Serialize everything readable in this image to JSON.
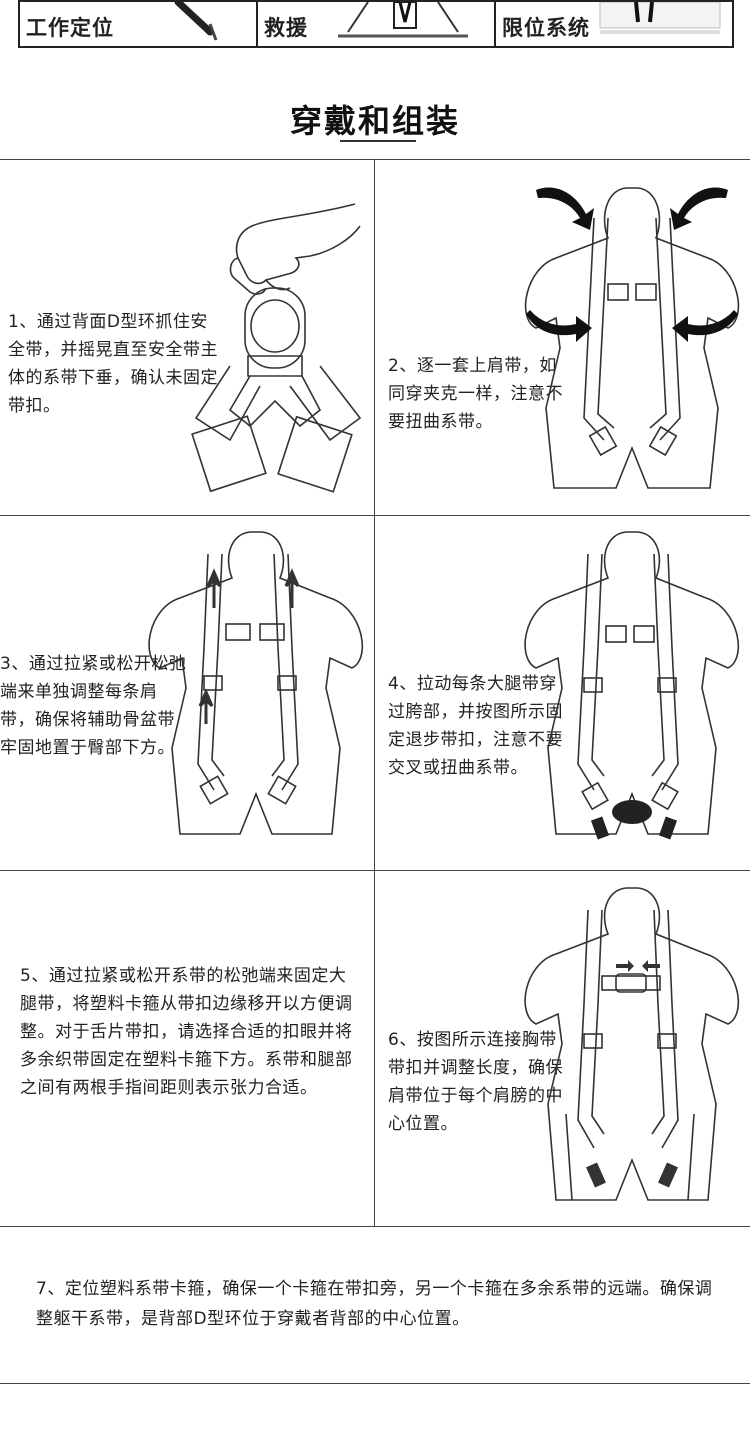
{
  "top_table": {
    "cells": [
      {
        "label": "工作定位",
        "icon": "carabiner-icon"
      },
      {
        "label": "救援",
        "icon": "rescue-tripod-icon"
      },
      {
        "label": "限位系统",
        "icon": "restraint-icon"
      }
    ]
  },
  "section": {
    "title": "穿戴和组装"
  },
  "steps": [
    {
      "text": "1、通过背面D型环抓住安全带，并摇晃直至安全带主体的系带下垂，确认未固定带扣。",
      "figure": "hand-holding-harness-figure"
    },
    {
      "text": "2、逐一套上肩带，如同穿夹克一样，注意不要扭曲系带。",
      "figure": "shoulder-straps-figure"
    },
    {
      "text": "3、通过拉紧或松开松弛端来单独调整每条肩带，确保将辅助骨盆带牢固地置于臀部下方。",
      "figure": "adjust-shoulder-straps-figure"
    },
    {
      "text": "4、拉动每条大腿带穿过胯部，并按图所示固定退步带扣，注意不要交叉或扭曲系带。",
      "figure": "leg-straps-figure"
    },
    {
      "text": "5、通过拉紧或松开系带的松弛端来固定大腿带，将塑料卡箍从带扣边缘移开以方便调整。对于舌片带扣，请选择合适的扣眼并将多余织带固定在塑料卡箍下方。系带和腿部之间有两根手指间距则表示张力合适。",
      "figure": "leg-strap-tension-figure"
    },
    {
      "text": "6、按图所示连接胸带带扣并调整长度，确保肩带位于每个肩膀的中心位置。",
      "figure": "chest-strap-figure"
    },
    {
      "text": "7、定位塑料系带卡箍，确保一个卡箍在带扣旁，另一个卡箍在多余系带的远端。确保调整躯干系带，是背部D型环位于穿戴者背部的中心位置。"
    }
  ],
  "colors": {
    "line": "#444444",
    "text": "#222222"
  }
}
